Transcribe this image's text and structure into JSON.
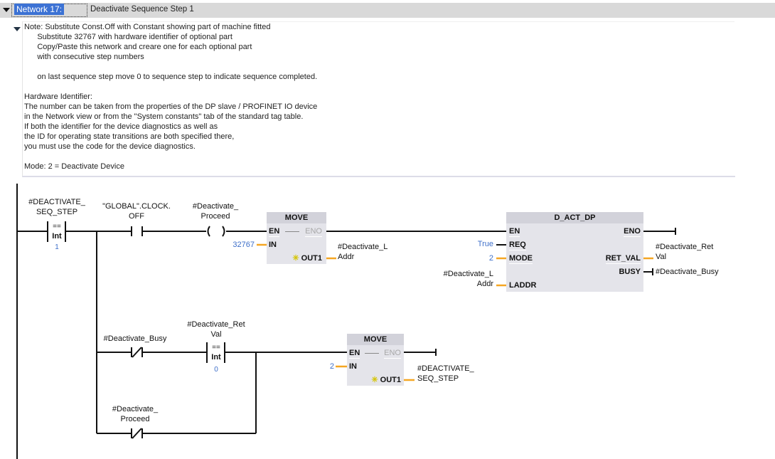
{
  "network": {
    "number_label": "Network 17:",
    "title": "Deactivate Sequence Step 1",
    "collapse_icon": "triangle-down-icon"
  },
  "comment": {
    "collapse_icon": "triangle-down-icon",
    "lines": [
      "Note: Substitute Const.Off with Constant showing part of machine fitted",
      "      Substitute 32767 with hardware identifier of optional part",
      "      Copy/Paste this network and creare one for each optional part",
      "      with consecutive step numbers",
      "",
      "      on last sequence step move 0 to sequence step to indicate sequence completed.",
      "",
      "Hardware Identifier:",
      "The number can be taken from the properties of the DP slave / PROFINET IO device",
      "in the Network view or from the \"System constants\" tab of the standard tag table.",
      "If both the identifier for the device diagnostics as well as",
      "the ID for operating state transitions are both specified there,",
      "you must use the code for the device diagnostics.",
      "",
      "Mode: 2 = Deactivate Device"
    ]
  },
  "rung1": {
    "compare1": {
      "operand": "#DEACTIVATE_\nSEQ_STEP",
      "operator": "==",
      "type": "Int",
      "value": "1"
    },
    "contact_clock": {
      "operand": "\"GLOBAL\".CLOCK.\nOFF"
    },
    "coil_proceed": {
      "operand": "#Deactivate_\nProceed"
    },
    "move1": {
      "title": "MOVE",
      "en": "EN",
      "eno": "ENO",
      "in": "IN",
      "out": "OUT1",
      "in_value": "32767",
      "out_operand": "#Deactivate_L\nAddr"
    },
    "dactdp": {
      "title": "D_ACT_DP",
      "pins_in": [
        "EN",
        "REQ",
        "MODE",
        "LADDR"
      ],
      "pins_out": [
        "ENO",
        "RET_VAL",
        "BUSY"
      ],
      "req_value": "True",
      "mode_value": "2",
      "laddr_operand": "#Deactivate_L\nAddr",
      "retval_operand": "#Deactivate_Ret\nVal",
      "busy_operand": "#Deactivate_Busy"
    }
  },
  "rung2": {
    "contact_busy": {
      "operand": "#Deactivate_Busy"
    },
    "compare2": {
      "operand": "#Deactivate_Ret\nVal",
      "operator": "==",
      "type": "Int",
      "value": "0"
    },
    "contact_proceed": {
      "operand": "#Deactivate_\nProceed"
    },
    "move2": {
      "title": "MOVE",
      "en": "EN",
      "eno": "ENO",
      "in": "IN",
      "out": "OUT1",
      "in_value": "2",
      "out_operand": "#DEACTIVATE_\nSEQ_STEP"
    }
  },
  "colors": {
    "header_bg": "#d9d9d9",
    "selection": "#3c72d4",
    "constant": "#3e6fc9",
    "wire_orange": "#f5a623",
    "box_bg": "#e4e4ea"
  }
}
